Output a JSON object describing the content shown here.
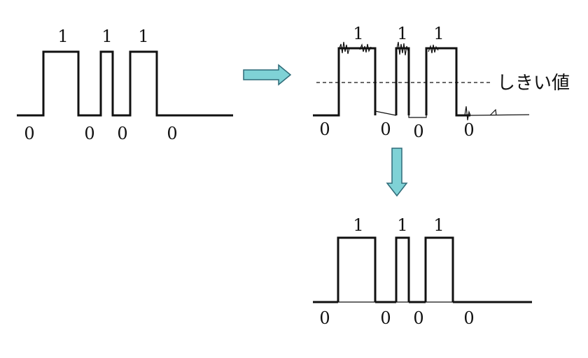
{
  "colors": {
    "signal": "#111111",
    "arrow_fill": "#7fd2d6",
    "arrow_stroke": "#2f6b78",
    "background": "#ffffff"
  },
  "threshold_label": "しきい値",
  "panels": {
    "original": {
      "bits_high": [
        "1",
        "1",
        "1"
      ],
      "bits_low": [
        "0",
        "0",
        "0",
        "0"
      ]
    },
    "noisy": {
      "bits_high": [
        "1",
        "1",
        "1"
      ],
      "bits_low": [
        "0",
        "0",
        "0",
        "0"
      ]
    },
    "restored": {
      "bits_high": [
        "1",
        "1",
        "1"
      ],
      "bits_low": [
        "0",
        "0",
        "0",
        "0"
      ]
    }
  }
}
